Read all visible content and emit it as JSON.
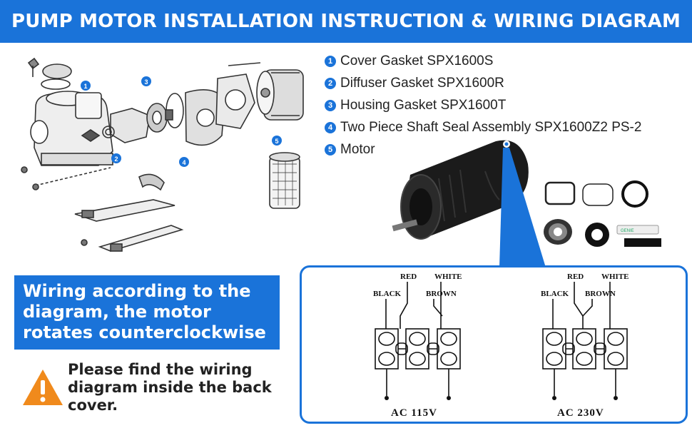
{
  "header": {
    "title": "PUMP MOTOR INSTALLATION INSTRUCTION & WIRING DIAGRAM"
  },
  "diagram": {
    "callouts": [
      "1",
      "2",
      "3",
      "4",
      "5"
    ]
  },
  "parts": [
    {
      "num": "1",
      "label": "Cover Gasket SPX1600S"
    },
    {
      "num": "2",
      "label": "Diffuser Gasket SPX1600R"
    },
    {
      "num": "3",
      "label": "Housing Gasket SPX1600T"
    },
    {
      "num": "4",
      "label": "Two Piece Shaft Seal Assembly SPX1600Z2 PS-2"
    },
    {
      "num": "5",
      "label": "Motor"
    }
  ],
  "callout": {
    "text": "Wiring according to the diagram, the motor rotates counterclockwise"
  },
  "note": {
    "text": "Please find the wiring diagram inside the back cover."
  },
  "kit": {
    "tube_label": "GENIE"
  },
  "wiring": {
    "left": {
      "red": "RED",
      "white": "WHITE",
      "black": "BLACK",
      "brown": "BROWN",
      "voltage": "AC  115V"
    },
    "right": {
      "red": "RED",
      "white": "WHITE",
      "black": "BLACK",
      "brown": "BROWN",
      "voltage": "AC  230V"
    }
  },
  "colors": {
    "accent": "#1a73d9",
    "warning": "#f08a1c"
  }
}
